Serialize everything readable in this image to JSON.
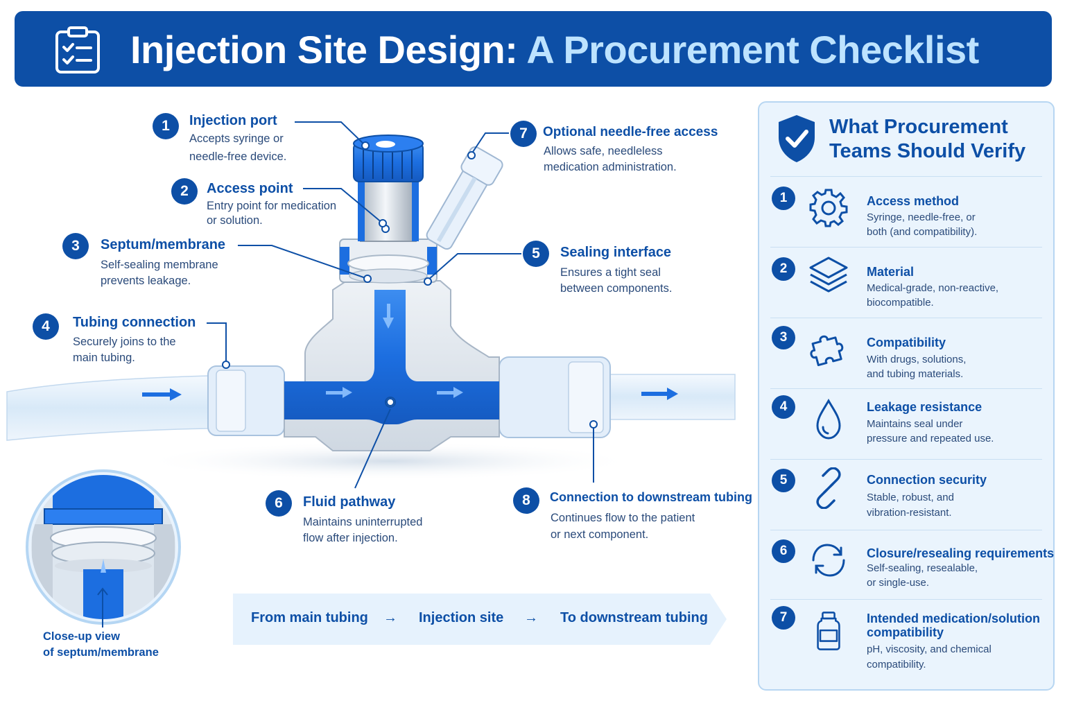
{
  "header": {
    "title_main": "Injection Site Design:",
    "title_sub": "A Procurement Checklist",
    "icon": "clipboard-checklist-icon"
  },
  "colors": {
    "primary": "#0d4fa6",
    "accent_light": "#bde3ff",
    "fluid_blue": "#1c6ee0",
    "panel_bg": "#eaf4fd"
  },
  "callouts": [
    {
      "number": "1",
      "title": "Injection port",
      "desc": [
        "Accepts syringe or",
        "needle-free device."
      ]
    },
    {
      "number": "2",
      "title": "Access point",
      "desc": [
        "Entry point for medication",
        "or solution."
      ]
    },
    {
      "number": "3",
      "title": "Septum/membrane",
      "desc": [
        "Self-sealing membrane",
        "prevents leakage."
      ]
    },
    {
      "number": "4",
      "title": "Tubing connection",
      "desc": [
        "Securely joins to the",
        "main tubing."
      ]
    },
    {
      "number": "5",
      "title": "Sealing interface",
      "desc": [
        "Ensures a tight seal",
        "between components."
      ]
    },
    {
      "number": "6",
      "title": "Fluid pathway",
      "desc": [
        "Maintains uninterrupted",
        "flow after injection."
      ]
    },
    {
      "number": "7",
      "title": "Optional needle-free access",
      "desc": [
        "Allows safe, needleless",
        "medication administration."
      ]
    },
    {
      "number": "8",
      "title": "Connection to downstream tubing",
      "desc": [
        "Continues flow to the patient",
        "or next component."
      ]
    }
  ],
  "closeup": {
    "label": [
      "Close-up view",
      "of septum/membrane"
    ]
  },
  "flow": {
    "steps": [
      "From main tubing",
      "Injection site",
      "To downstream tubing"
    ],
    "arrow": "→"
  },
  "panel": {
    "title": [
      "What Procurement",
      "Teams Should Verify"
    ],
    "icon": "shield-check-icon",
    "items": [
      {
        "number": "1",
        "title": "Access method",
        "desc": [
          "Syringe, needle-free, or",
          "both (and compatibility)."
        ],
        "icon": "gear-icon"
      },
      {
        "number": "2",
        "title": "Material",
        "desc": [
          "Medical-grade, non-reactive,",
          "biocompatible."
        ],
        "icon": "layers-icon"
      },
      {
        "number": "3",
        "title": "Compatibility",
        "desc": [
          "With drugs, solutions,",
          "and tubing materials."
        ],
        "icon": "puzzle-icon"
      },
      {
        "number": "4",
        "title": "Leakage resistance",
        "desc": [
          "Maintains seal under",
          "pressure and repeated use."
        ],
        "icon": "droplet-icon"
      },
      {
        "number": "5",
        "title": "Connection security",
        "desc": [
          "Stable, robust, and",
          "vibration-resistant."
        ],
        "icon": "link-icon"
      },
      {
        "number": "6",
        "title": "Closure/resealing requirements",
        "desc": [
          "Self-sealing, resealable,",
          "or single-use."
        ],
        "icon": "reseal-cycle-icon"
      },
      {
        "number": "7",
        "title": [
          "Intended medication/solution",
          "compatibility"
        ],
        "desc": [
          "pH, viscosity, and chemical",
          "compatibility."
        ],
        "icon": "medication-vial-icon"
      }
    ]
  }
}
